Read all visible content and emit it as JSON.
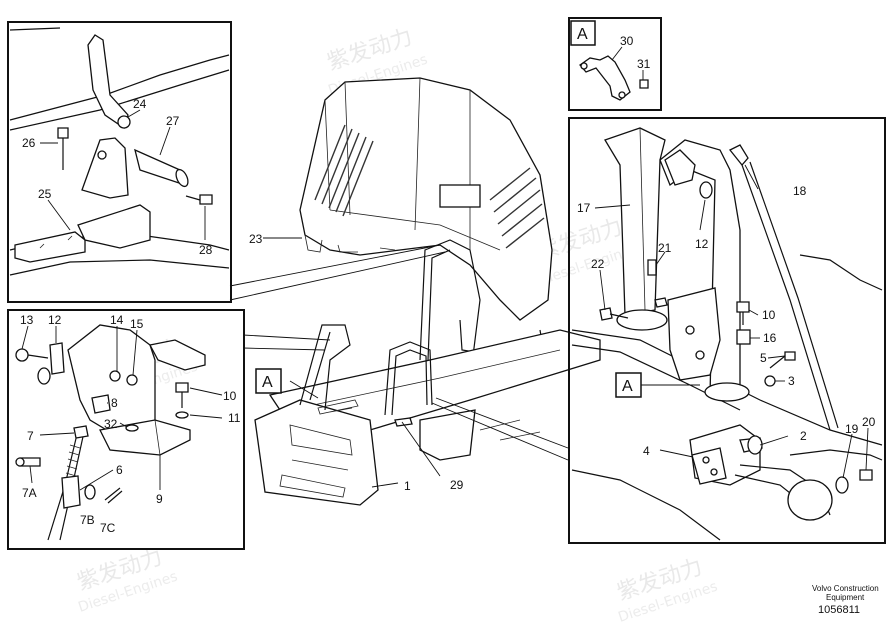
{
  "diagram": {
    "view_marker": "A",
    "watermark": {
      "brand": "紫发动力",
      "sub": "Diesel-Engines"
    },
    "credit_line1": "Volvo Construction",
    "credit_line2": "Equipment",
    "document_number": "1056811",
    "labels": {
      "l1": "1",
      "l2": "2",
      "l3": "3",
      "l4": "4",
      "l5": "5",
      "l6": "6",
      "l7": "7",
      "l7A": "7A",
      "l7B": "7B",
      "l7C": "7C",
      "l8": "8",
      "l9": "9",
      "l10a": "10",
      "l10b": "10",
      "l11": "11",
      "l12a": "12",
      "l12b": "12",
      "l13": "13",
      "l14": "14",
      "l15": "15",
      "l16": "16",
      "l17": "17",
      "l18": "18",
      "l19": "19",
      "l20": "20",
      "l21": "21",
      "l22": "22",
      "l23": "23",
      "l24": "24",
      "l25": "25",
      "l26": "26",
      "l27": "27",
      "l28": "28",
      "l29": "29",
      "l30": "30",
      "l31": "31",
      "l32": "32"
    }
  }
}
